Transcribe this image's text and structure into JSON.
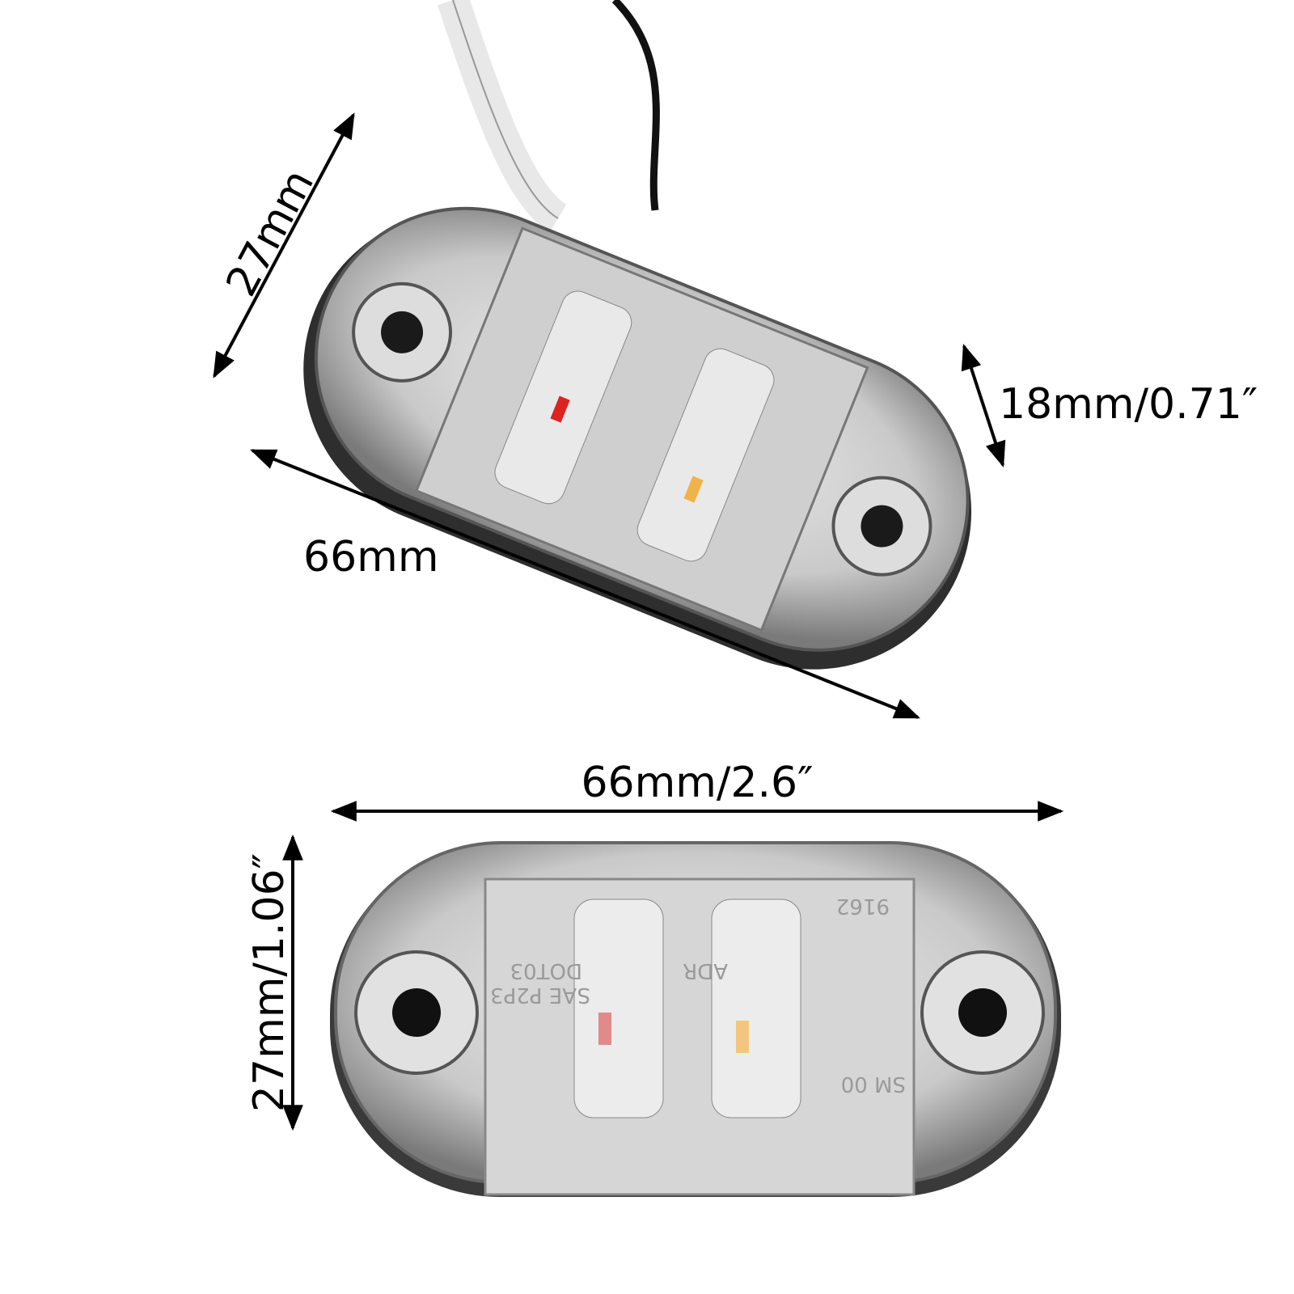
{
  "dimensions": {
    "top_width_diag": "27mm",
    "top_length": "66mm",
    "top_height": "18mm/0.71″",
    "bottom_length": "66mm/2.6″",
    "bottom_width": "27mm/1.06″"
  },
  "lens_markings": {
    "sae": "SAE P2P3",
    "dot": "DOT03",
    "code": "9162",
    "adr": "ADR",
    "sm": "SM 00"
  },
  "colors": {
    "housing": "#3a3a3a",
    "lens": "#d8d8d8",
    "arrow": "#000000"
  }
}
